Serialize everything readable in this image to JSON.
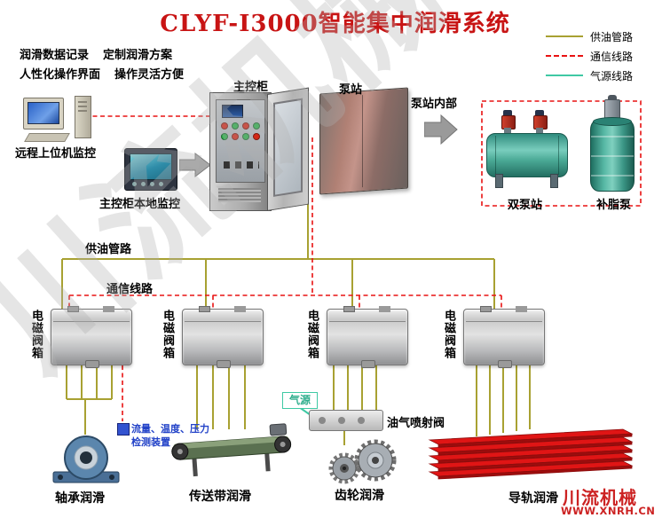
{
  "title": "CLYF-I3000智能集中润滑系统",
  "colors": {
    "title": "#c81414",
    "oil_line": "#a8a132",
    "comm_line": "#e81212",
    "air_line": "#3fc9a4",
    "brand": "#cc2222",
    "detection_text": "#2343c8"
  },
  "legend": {
    "oil": "供油管路",
    "comm": "通信线路",
    "air": "气源线路"
  },
  "features": {
    "f1": "润滑数据记录",
    "f2": "定制润滑方案",
    "f3": "人性化操作界面",
    "f4": "操作灵活方便"
  },
  "labels": {
    "remote_pc": "远程上位机监控",
    "local_monitor": "主控柜本地监控",
    "main_cabinet": "主控柜",
    "pump_station": "泵站",
    "pump_station_interior": "泵站内部",
    "dual_pump_station": "双泵站",
    "grease_pump": "补脂泵",
    "oil_supply_line": "供油管路",
    "comm_line": "通信线路",
    "air_source": "气源",
    "injection_valve": "油气喷射阀",
    "detection_line1": "流量、温度、压力",
    "detection_line2": "检测装置"
  },
  "valve_boxes": [
    {
      "label": "电磁阀箱"
    },
    {
      "label": "电磁阀箱"
    },
    {
      "label": "电磁阀箱"
    },
    {
      "label": "电磁阀箱"
    }
  ],
  "devices": {
    "bearing": "轴承润滑",
    "conveyor": "传送带润滑",
    "gear": "齿轮润滑",
    "rail": "导轨润滑"
  },
  "watermark": "川流机械",
  "footer": {
    "brand": "川流机械",
    "website": "WWW.XNRH.CN"
  }
}
